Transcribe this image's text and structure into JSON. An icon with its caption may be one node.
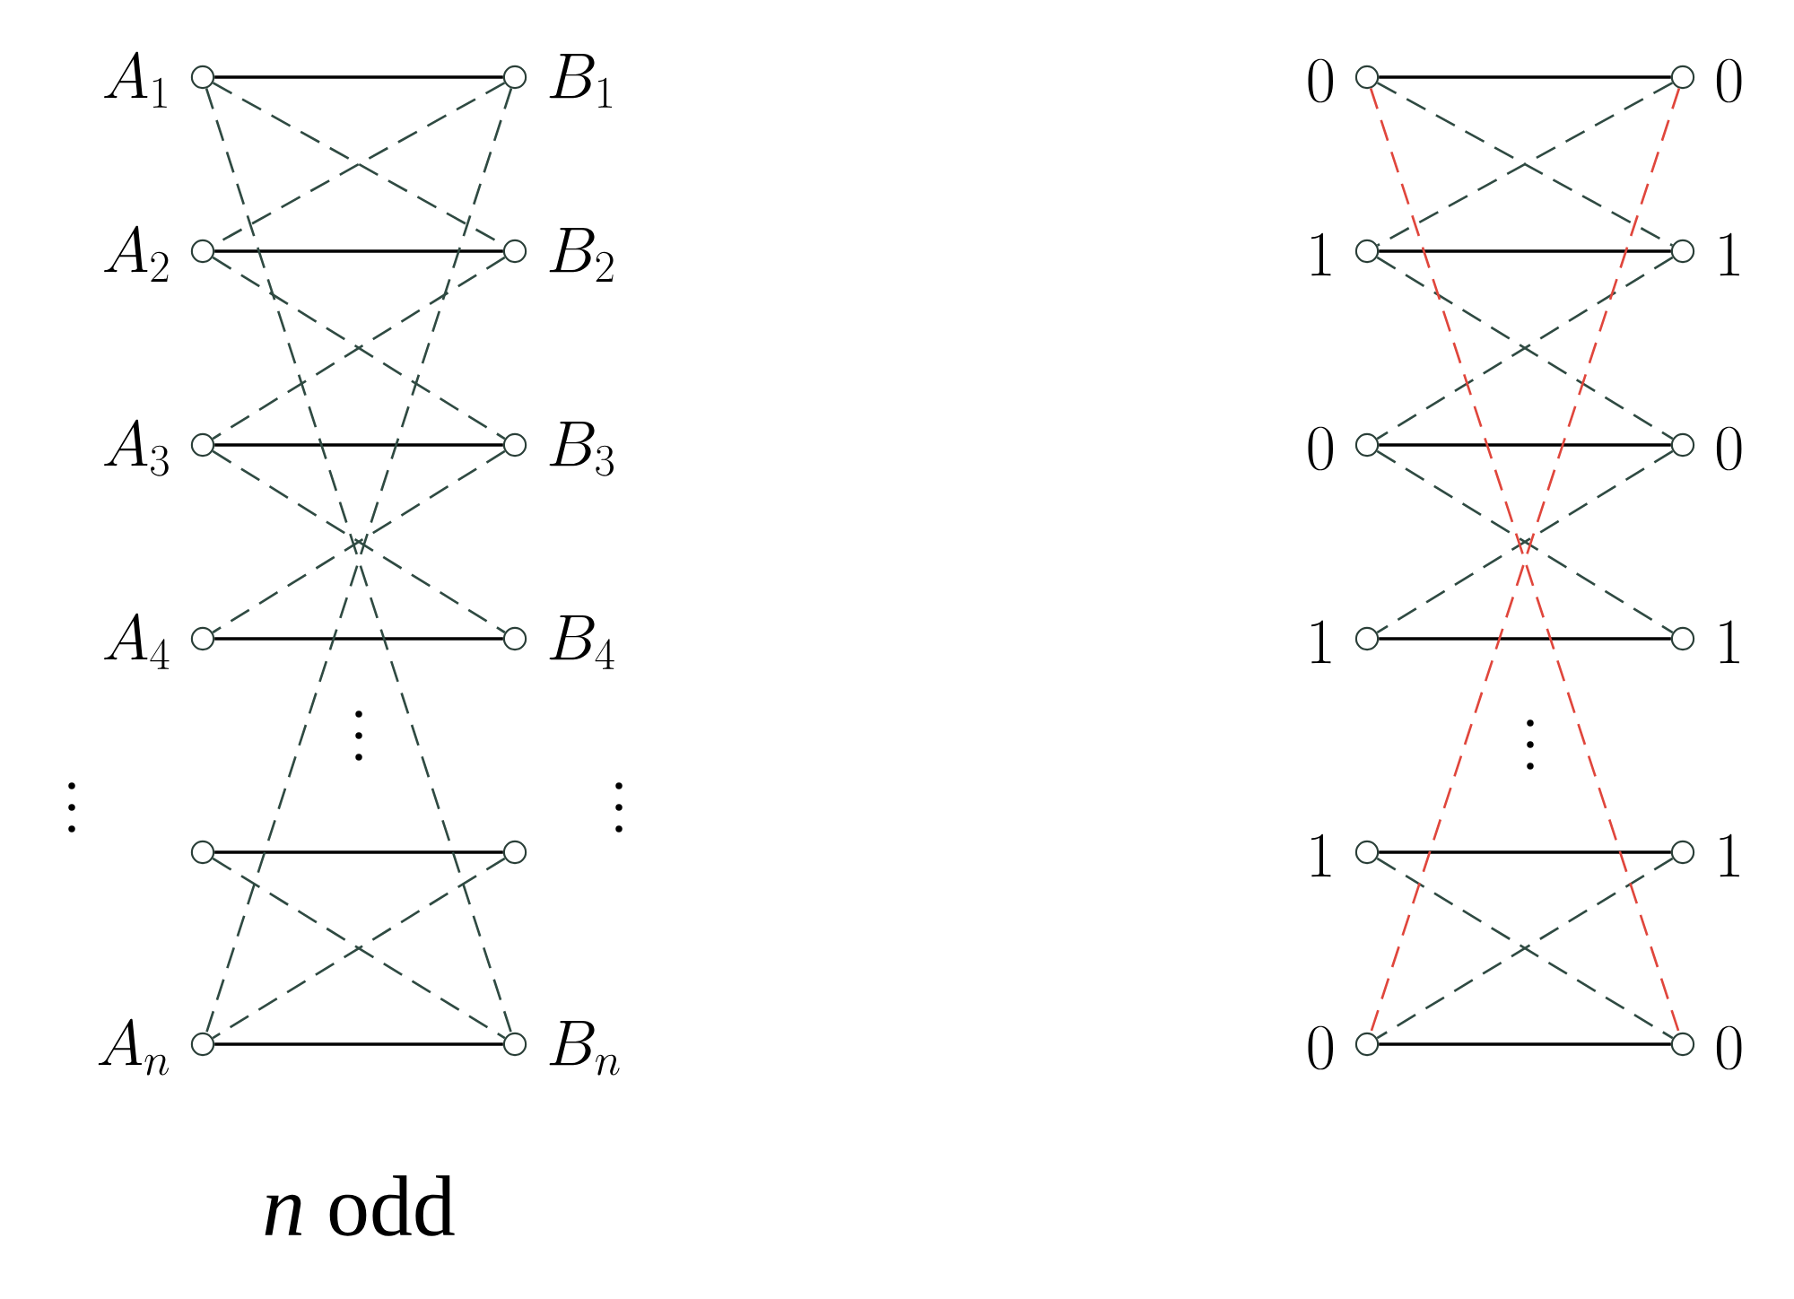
{
  "diagram": {
    "caption": "*n* odd",
    "nodes": [
      {
        "text": [],
        "shape": "circle",
        "beside": [
          "A_1"
        ]
      },
      {
        "text": [],
        "shape": "circle",
        "beside": [
          "B_1"
        ]
      },
      {
        "text": [],
        "shape": "circle",
        "beside": [
          "A_2"
        ]
      },
      {
        "text": [],
        "shape": "circle",
        "beside": [
          "B_2"
        ]
      },
      {
        "text": [],
        "shape": "circle",
        "beside": [
          "A_3"
        ]
      },
      {
        "text": [],
        "shape": "circle",
        "beside": [
          "B_3"
        ]
      },
      {
        "text": [],
        "shape": "circle",
        "beside": [
          "A_4"
        ]
      },
      {
        "text": [],
        "shape": "circle",
        "beside": [
          "B_4"
        ]
      },
      {
        "text": [],
        "shape": "circle"
      },
      {
        "text": [],
        "shape": "circle"
      },
      {
        "text": [],
        "shape": "circle",
        "beside": [
          "A_n"
        ]
      },
      {
        "text": [],
        "shape": "circle",
        "beside": [
          "B_n"
        ]
      },
      {
        "text": [],
        "shape": "circle",
        "beside": [
          "0"
        ]
      },
      {
        "text": [],
        "shape": "circle",
        "beside": [
          "0"
        ]
      },
      {
        "text": [],
        "shape": "circle",
        "beside": [
          "1"
        ]
      },
      {
        "text": [],
        "shape": "circle",
        "beside": [
          "1"
        ]
      },
      {
        "text": [],
        "shape": "circle",
        "beside": [
          "0"
        ]
      },
      {
        "text": [],
        "shape": "circle",
        "beside": [
          "0"
        ]
      },
      {
        "text": [],
        "shape": "circle",
        "beside": [
          "1"
        ]
      },
      {
        "text": [],
        "shape": "circle",
        "beside": [
          "1"
        ]
      },
      {
        "text": [],
        "shape": "circle",
        "beside": [
          "1"
        ]
      },
      {
        "text": [],
        "shape": "circle",
        "beside": [
          "1"
        ]
      },
      {
        "text": [],
        "shape": "circle",
        "beside": [
          "0"
        ]
      },
      {
        "text": [],
        "shape": "circle",
        "beside": [
          "0"
        ]
      }
    ],
    "edges": [
      {
        "from": 0,
        "to": 1,
        "arrow": "none"
      },
      {
        "from": 2,
        "to": 3,
        "arrow": "none"
      },
      {
        "from": 4,
        "to": 5,
        "arrow": "none"
      },
      {
        "from": 6,
        "to": 7,
        "arrow": "none"
      },
      {
        "from": 8,
        "to": 9,
        "arrow": "none"
      },
      {
        "from": 10,
        "to": 11,
        "arrow": "none"
      },
      {
        "from": 0,
        "to": 3,
        "arrow": "none",
        "style": "dashed",
        "color": "#2f4a42"
      },
      {
        "from": 1,
        "to": 2,
        "arrow": "none",
        "style": "dashed",
        "color": "#2f4a42"
      },
      {
        "from": 2,
        "to": 5,
        "arrow": "none",
        "style": "dashed",
        "color": "#2f4a42"
      },
      {
        "from": 3,
        "to": 4,
        "arrow": "none",
        "style": "dashed",
        "color": "#2f4a42"
      },
      {
        "from": 4,
        "to": 7,
        "arrow": "none",
        "style": "dashed",
        "color": "#2f4a42"
      },
      {
        "from": 5,
        "to": 6,
        "arrow": "none",
        "style": "dashed",
        "color": "#2f4a42"
      },
      {
        "from": 8,
        "to": 11,
        "arrow": "none",
        "style": "dashed",
        "color": "#2f4a42"
      },
      {
        "from": 9,
        "to": 10,
        "arrow": "none",
        "style": "dashed",
        "color": "#2f4a42"
      },
      {
        "from": 0,
        "to": 11,
        "arrow": "none",
        "style": "dashed",
        "color": "#2f4a42"
      },
      {
        "from": 1,
        "to": 10,
        "arrow": "none",
        "style": "dashed",
        "color": "#2f4a42"
      },
      {
        "from": 12,
        "to": 13,
        "arrow": "none"
      },
      {
        "from": 14,
        "to": 15,
        "arrow": "none"
      },
      {
        "from": 16,
        "to": 17,
        "arrow": "none"
      },
      {
        "from": 18,
        "to": 19,
        "arrow": "none"
      },
      {
        "from": 20,
        "to": 21,
        "arrow": "none"
      },
      {
        "from": 22,
        "to": 23,
        "arrow": "none"
      },
      {
        "from": 12,
        "to": 15,
        "arrow": "none",
        "style": "dashed",
        "color": "#2f4a42"
      },
      {
        "from": 13,
        "to": 14,
        "arrow": "none",
        "style": "dashed",
        "color": "#2f4a42"
      },
      {
        "from": 14,
        "to": 17,
        "arrow": "none",
        "style": "dashed",
        "color": "#2f4a42"
      },
      {
        "from": 15,
        "to": 16,
        "arrow": "none",
        "style": "dashed",
        "color": "#2f4a42"
      },
      {
        "from": 16,
        "to": 19,
        "arrow": "none",
        "style": "dashed",
        "color": "#2f4a42"
      },
      {
        "from": 17,
        "to": 18,
        "arrow": "none",
        "style": "dashed",
        "color": "#2f4a42"
      },
      {
        "from": 20,
        "to": 23,
        "arrow": "none",
        "style": "dashed",
        "color": "#2f4a42"
      },
      {
        "from": 21,
        "to": 22,
        "arrow": "none",
        "style": "dashed",
        "color": "#2f4a42"
      },
      {
        "from": 12,
        "to": 23,
        "arrow": "none",
        "style": "dashed",
        "color": "#e0463c"
      },
      {
        "from": 13,
        "to": 22,
        "arrow": "none",
        "style": "dashed",
        "color": "#e0463c"
      }
    ]
  }
}
